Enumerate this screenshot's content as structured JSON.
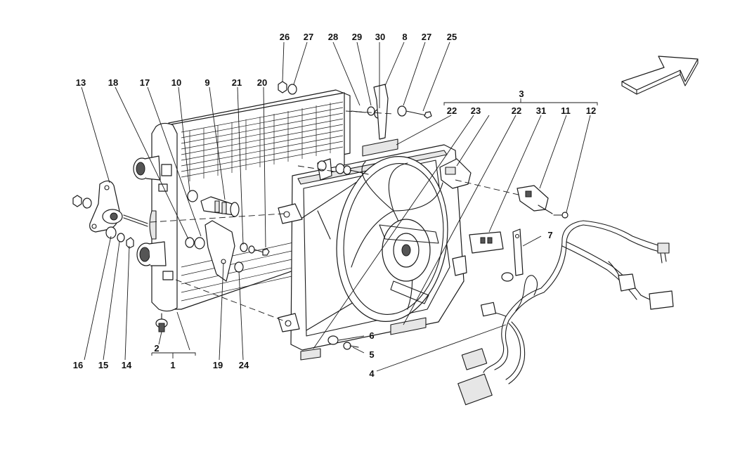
{
  "diagram": {
    "callouts": {
      "c1": "1",
      "c2": "2",
      "c3": "3",
      "c4": "4",
      "c5": "5",
      "c6": "6",
      "c7": "7",
      "c8": "8",
      "c9": "9",
      "c10": "10",
      "c11": "11",
      "c12": "12",
      "c13": "13",
      "c14": "14",
      "c15": "15",
      "c16": "16",
      "c17": "17",
      "c18": "18",
      "c19": "19",
      "c20": "20",
      "c21": "21",
      "c22a": "22",
      "c22b": "22",
      "c23": "23",
      "c24": "24",
      "c25": "25",
      "c26": "26",
      "c27a": "27",
      "c27b": "27",
      "c28": "28",
      "c29": "29",
      "c30": "30",
      "c31": "31"
    }
  }
}
